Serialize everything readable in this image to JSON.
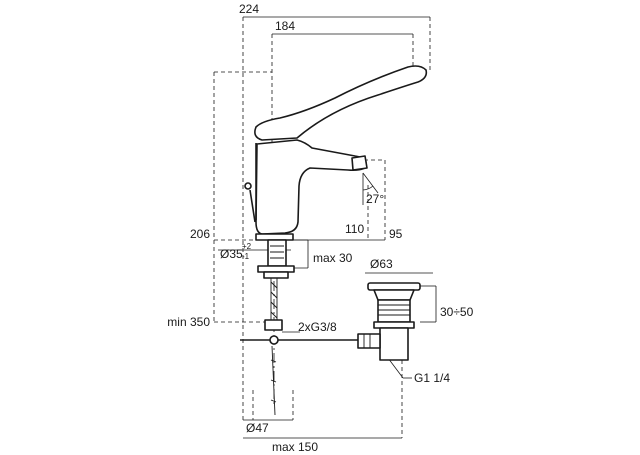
{
  "dimensions": {
    "overall_width": "224",
    "spout_reach": "184",
    "tilt_angle": "27°",
    "height_to_outlet": "110",
    "body_height": "95",
    "total_height": "206",
    "base_diameter": "Ø35",
    "base_tol_upper": "+2",
    "base_tol_lower": "-1",
    "max_thickness": "max 30",
    "waste_diameter": "Ø63",
    "pop_up_range": "30÷50",
    "min_hose": "min 350",
    "hose_connection": "2xG3/8",
    "waste_thread": "G1 1/4",
    "shank_diameter": "Ø47",
    "max_rod": "max 150"
  }
}
